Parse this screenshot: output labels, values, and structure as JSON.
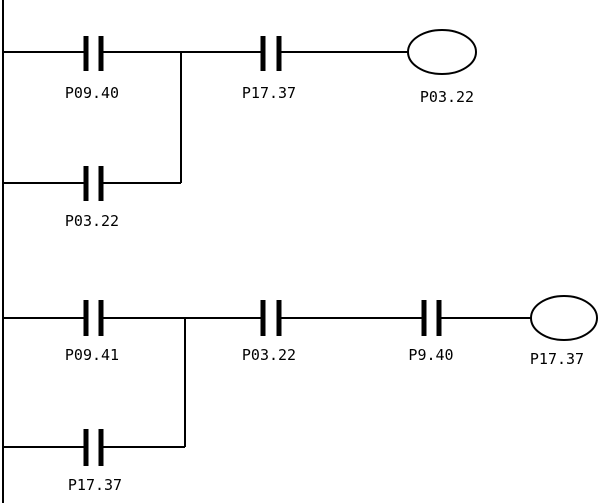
{
  "rungs": [
    {
      "main_contacts": [
        "P09.40",
        "P17.37"
      ],
      "parallel_contact": "P03.22",
      "coil": "P03.22"
    },
    {
      "main_contacts": [
        "P09.41",
        "P03.22",
        "P9.40"
      ],
      "parallel_contact": "P17.37",
      "coil": "P17.37"
    }
  ]
}
